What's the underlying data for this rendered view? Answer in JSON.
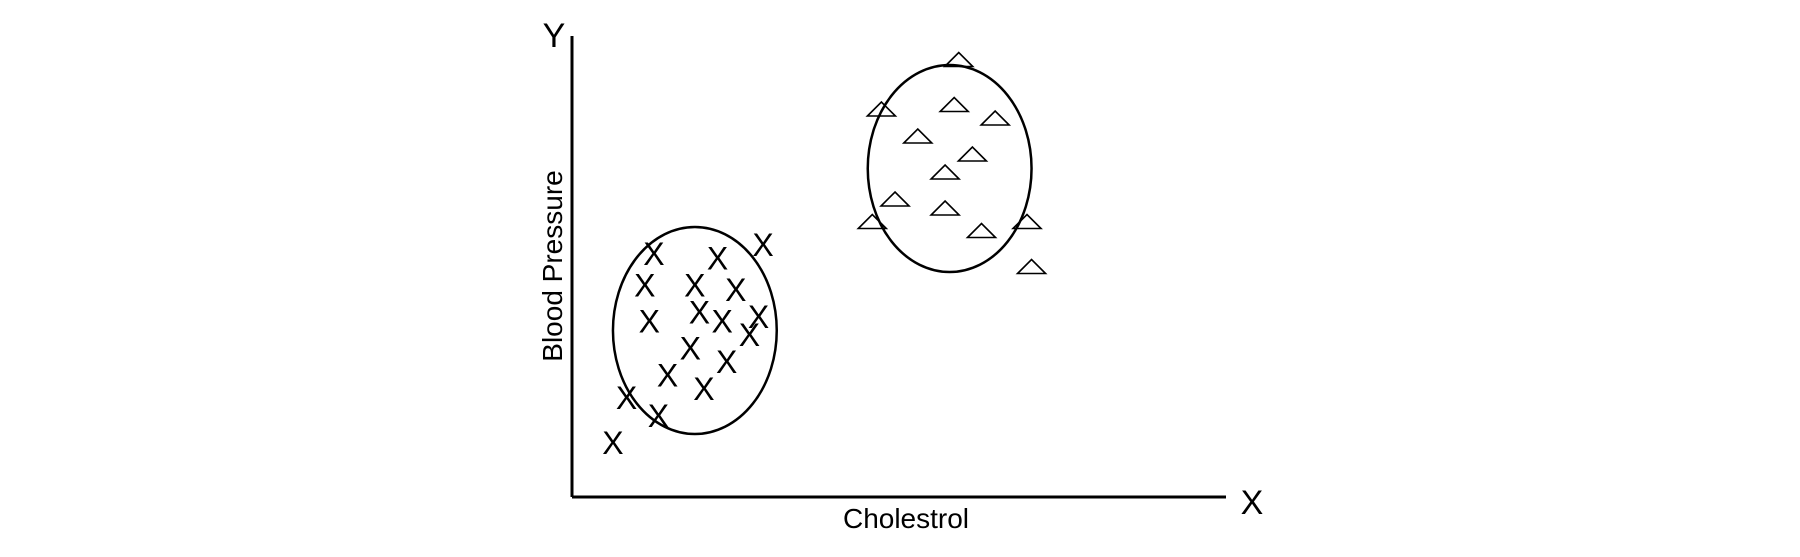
{
  "chart_data": {
    "type": "scatter",
    "xlabel": "Cholestrol",
    "ylabel": "Blood Pressure",
    "x_axis_letter": "X",
    "y_axis_letter": "Y",
    "xlim": [
      0,
      100
    ],
    "ylim": [
      0,
      100
    ],
    "series": [
      {
        "marker": "x-letter",
        "marker_glyph": "X",
        "points": [
          [
            18,
            54
          ],
          [
            16,
            47
          ],
          [
            17,
            39
          ],
          [
            21,
            27
          ],
          [
            12,
            22
          ],
          [
            9,
            12
          ],
          [
            19,
            18
          ],
          [
            27,
            47
          ],
          [
            28,
            41
          ],
          [
            26,
            33
          ],
          [
            29,
            24
          ],
          [
            32,
            53
          ],
          [
            33,
            39
          ],
          [
            34,
            30
          ],
          [
            36,
            46
          ],
          [
            39,
            36
          ],
          [
            41,
            40
          ],
          [
            42,
            56
          ]
        ]
      },
      {
        "marker": "triangle",
        "points": [
          [
            85,
            97
          ],
          [
            68,
            86
          ],
          [
            84,
            87
          ],
          [
            76,
            80
          ],
          [
            93,
            84
          ],
          [
            88,
            76
          ],
          [
            82,
            72
          ],
          [
            71,
            66
          ],
          [
            82,
            64
          ],
          [
            66,
            61
          ],
          [
            90,
            59
          ],
          [
            100,
            61
          ],
          [
            101,
            51
          ]
        ]
      }
    ],
    "clusters": [
      {
        "center": [
          27,
          37
        ],
        "radius_x": 18,
        "radius_y": 23
      },
      {
        "center": [
          83,
          73
        ],
        "radius_x": 18,
        "radius_y": 23
      }
    ],
    "grid": false,
    "legend": "none",
    "colors": {
      "ink": "#000000",
      "background": "#ffffff"
    }
  }
}
